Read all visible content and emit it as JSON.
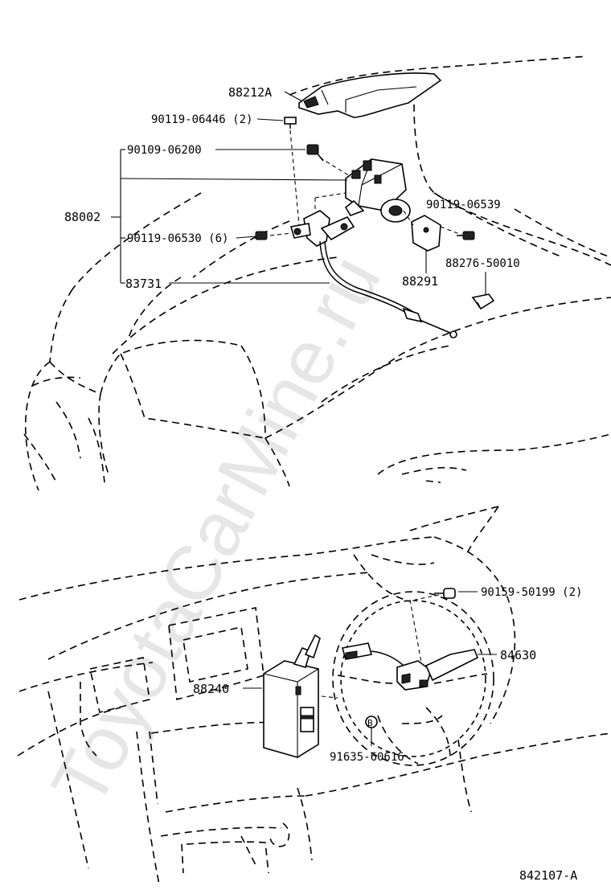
{
  "labels": {
    "p88212A": "88212A",
    "p90119_06446": "90119-06446 (2)",
    "p90109_06200": "90109-06200",
    "p88002": "88002",
    "p90119_06530": "90119-06530 (6)",
    "p83731": "83731",
    "p90119_06539": "90119-06539",
    "p88276_50010": "88276-50010",
    "p88291": "88291",
    "p90159_50199": "90159-50199 (2)",
    "p84630": "84630",
    "p88240": "88240",
    "p91635_60616": "91635-60616",
    "callout_b": "B"
  },
  "figure_id": "842107-A",
  "watermark": "ToyotaCarMine.ru"
}
